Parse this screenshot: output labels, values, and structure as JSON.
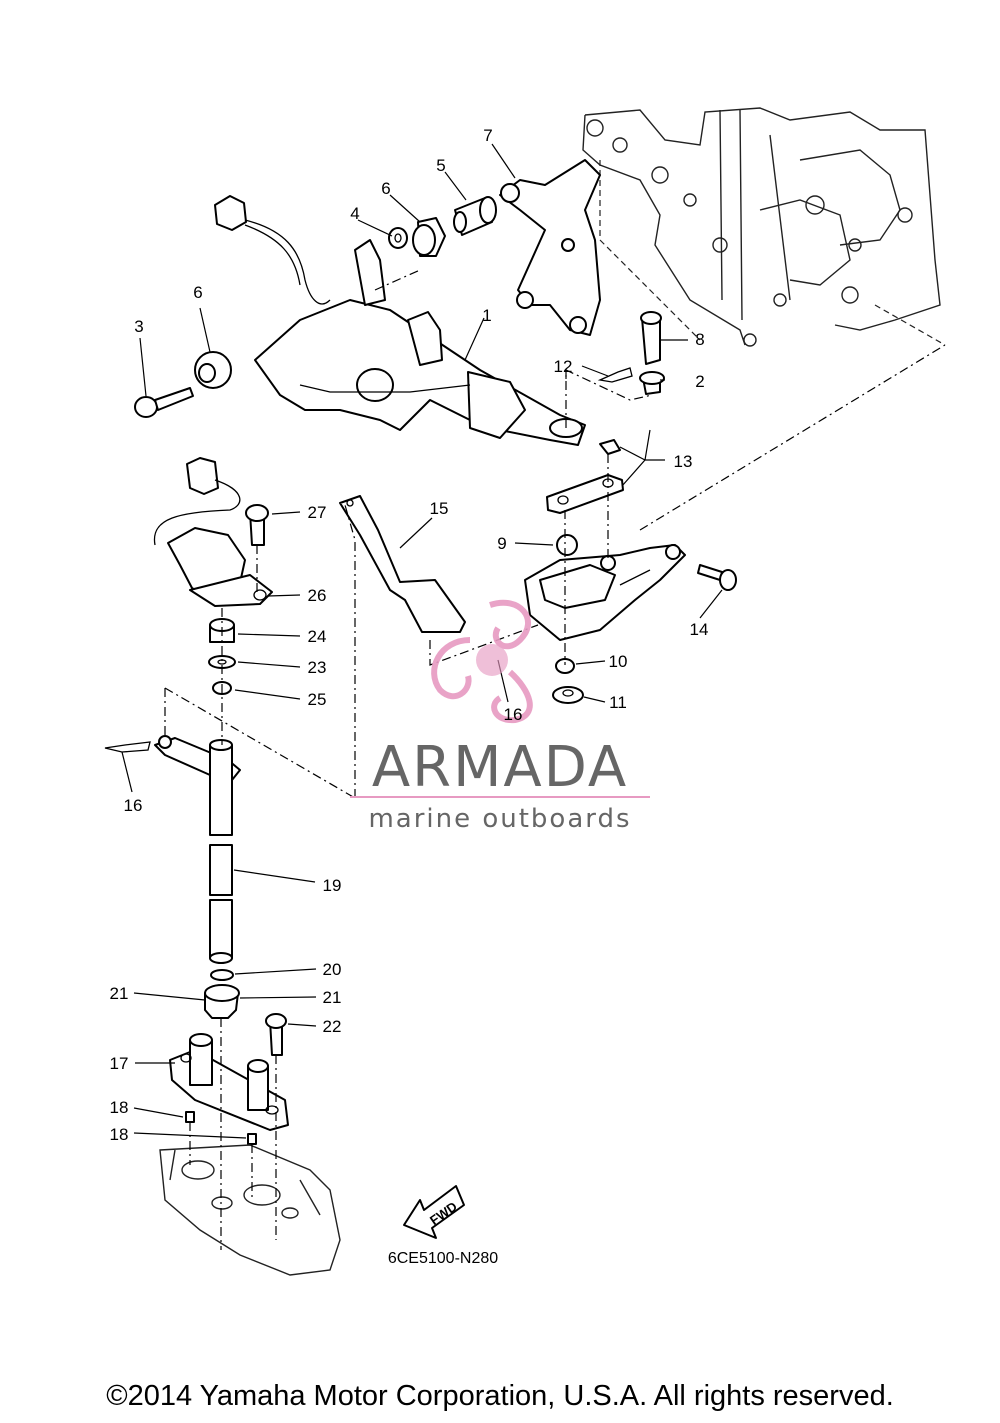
{
  "callouts": [
    {
      "n": "1"
    },
    {
      "n": "2"
    },
    {
      "n": "3"
    },
    {
      "n": "4"
    },
    {
      "n": "5"
    },
    {
      "n": "6"
    },
    {
      "n": "6"
    },
    {
      "n": "7"
    },
    {
      "n": "8"
    },
    {
      "n": "9"
    },
    {
      "n": "10"
    },
    {
      "n": "11"
    },
    {
      "n": "12"
    },
    {
      "n": "13"
    },
    {
      "n": "14"
    },
    {
      "n": "15"
    },
    {
      "n": "16"
    },
    {
      "n": "16"
    },
    {
      "n": "17"
    },
    {
      "n": "18"
    },
    {
      "n": "18"
    },
    {
      "n": "19"
    },
    {
      "n": "20"
    },
    {
      "n": "21"
    },
    {
      "n": "21"
    },
    {
      "n": "22"
    },
    {
      "n": "23"
    },
    {
      "n": "24"
    },
    {
      "n": "25"
    },
    {
      "n": "26"
    },
    {
      "n": "27"
    }
  ],
  "watermark": {
    "brand": "ARMADA",
    "tagline": "marine outboards",
    "accent_color": "#e79ac2"
  },
  "fwd_label": "FWD",
  "diagram_code": "6CE5100-N280",
  "copyright": "©2014 Yamaha Motor Corporation, U.S.A. All rights reserved."
}
